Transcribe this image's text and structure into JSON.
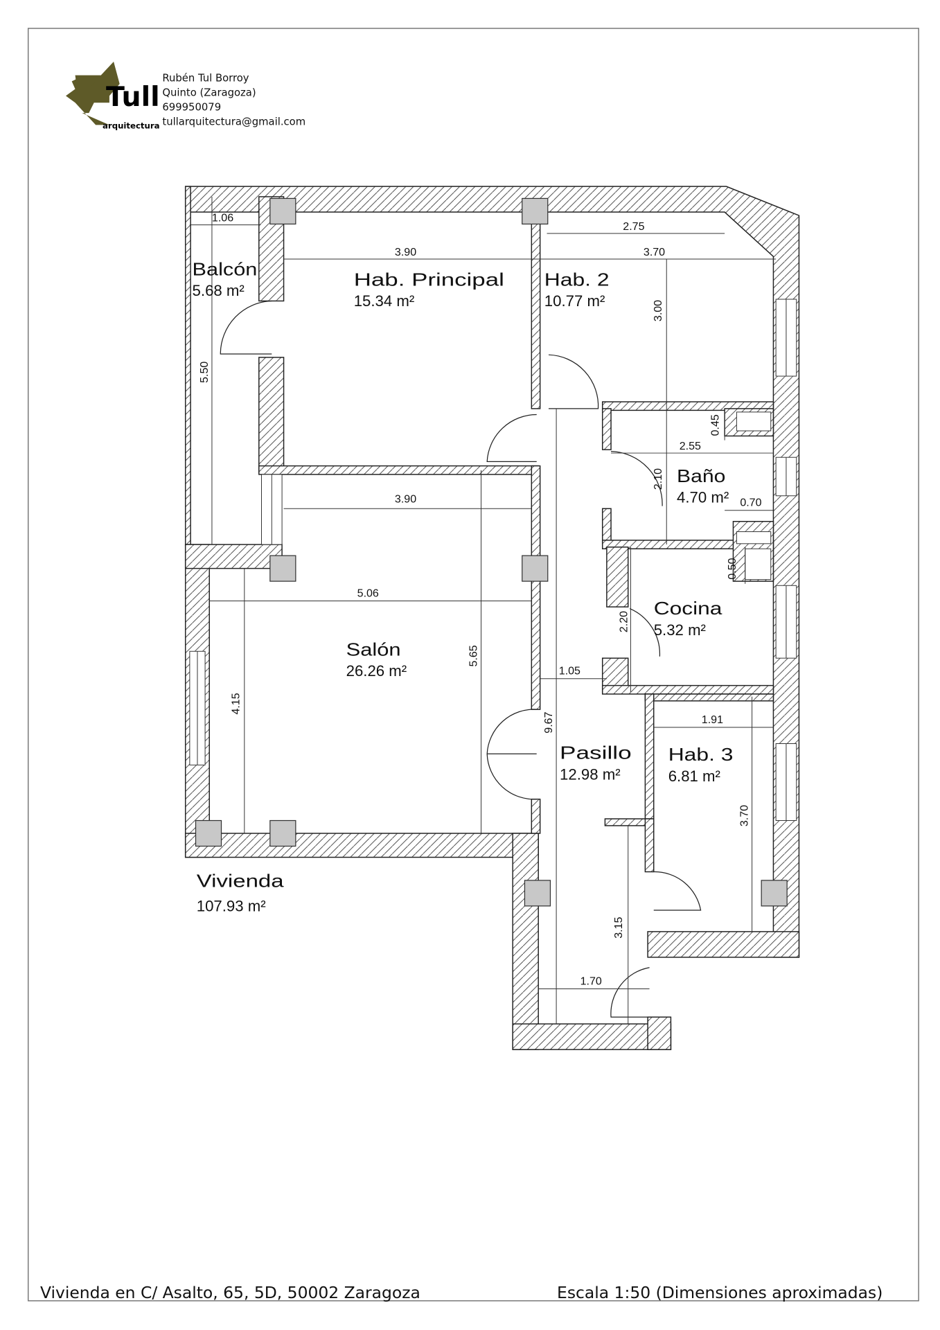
{
  "header": {
    "logo": {
      "brand": "Tull",
      "subtitle": "arquitectura",
      "color": "#5e5a28"
    },
    "name": "Rubén Tul Borroy",
    "location": "Quinto (Zaragoza)",
    "phone": "699950079",
    "email": "tullarquitectura@gmail.com"
  },
  "rooms": {
    "balcon": {
      "name": "Balcón",
      "area": "5.68 m²"
    },
    "hab_principal": {
      "name": "Hab. Principal",
      "area": "15.34 m²"
    },
    "hab2": {
      "name": "Hab. 2",
      "area": "10.77 m²"
    },
    "bano": {
      "name": "Baño",
      "area": "4.70 m²"
    },
    "cocina": {
      "name": "Cocina",
      "area": "5.32 m²"
    },
    "salon": {
      "name": "Salón",
      "area": "26.26 m²"
    },
    "pasillo": {
      "name": "Pasillo",
      "area": "12.98 m²"
    },
    "hab3": {
      "name": "Hab. 3",
      "area": "6.81 m²"
    },
    "vivienda": {
      "name": "Vivienda",
      "area": "107.93 m²"
    }
  },
  "dimensions": {
    "balcon_width": "1.06",
    "balcon_length": "5.50",
    "hab_principal_width": "3.90",
    "hab2_inner_width": "2.75",
    "hab2_width": "3.70",
    "hab2_depth": "3.00",
    "shaft1": "0.45",
    "bano_width": "2.55",
    "bano_depth": "2.10",
    "shaft2_width": "0.70",
    "shaft2_depth": "0.50",
    "salon_upper_width": "3.90",
    "salon_width": "5.06",
    "salon_depth": "5.65",
    "salon_left_depth": "4.15",
    "cocina_depth": "2.20",
    "pasillo_width": "1.05",
    "pasillo_length": "9.67",
    "hab3_width": "1.91",
    "hab3_depth": "3.70",
    "entry_depth": "3.15",
    "entry_width": "1.70"
  },
  "footer": {
    "address": "Vivienda en C/ Asalto, 65, 5D, 50002 Zaragoza",
    "scale": "Escala 1:50 (Dimensiones aproximadas)"
  }
}
